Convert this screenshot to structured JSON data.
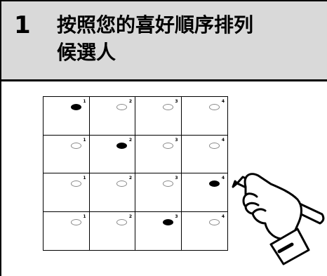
{
  "step": {
    "number": "1",
    "title_line1": "按照您的喜好順序排列",
    "title_line2": "候選人"
  },
  "grid": {
    "rows": [
      {
        "labels": [
          "1",
          "2",
          "3",
          "4"
        ],
        "filled": 1
      },
      {
        "labels": [
          "1",
          "2",
          "3",
          "4"
        ],
        "filled": 2
      },
      {
        "labels": [
          "1",
          "2",
          "3",
          "4"
        ],
        "filled": 4
      },
      {
        "labels": [
          "1",
          "2",
          "3",
          "4"
        ],
        "filled": 3
      }
    ]
  },
  "illustration": {
    "icon": "hand-with-pen-icon"
  },
  "colors": {
    "header_bg": "#d9d9d9",
    "border": "#000000",
    "mark": "#000000"
  }
}
